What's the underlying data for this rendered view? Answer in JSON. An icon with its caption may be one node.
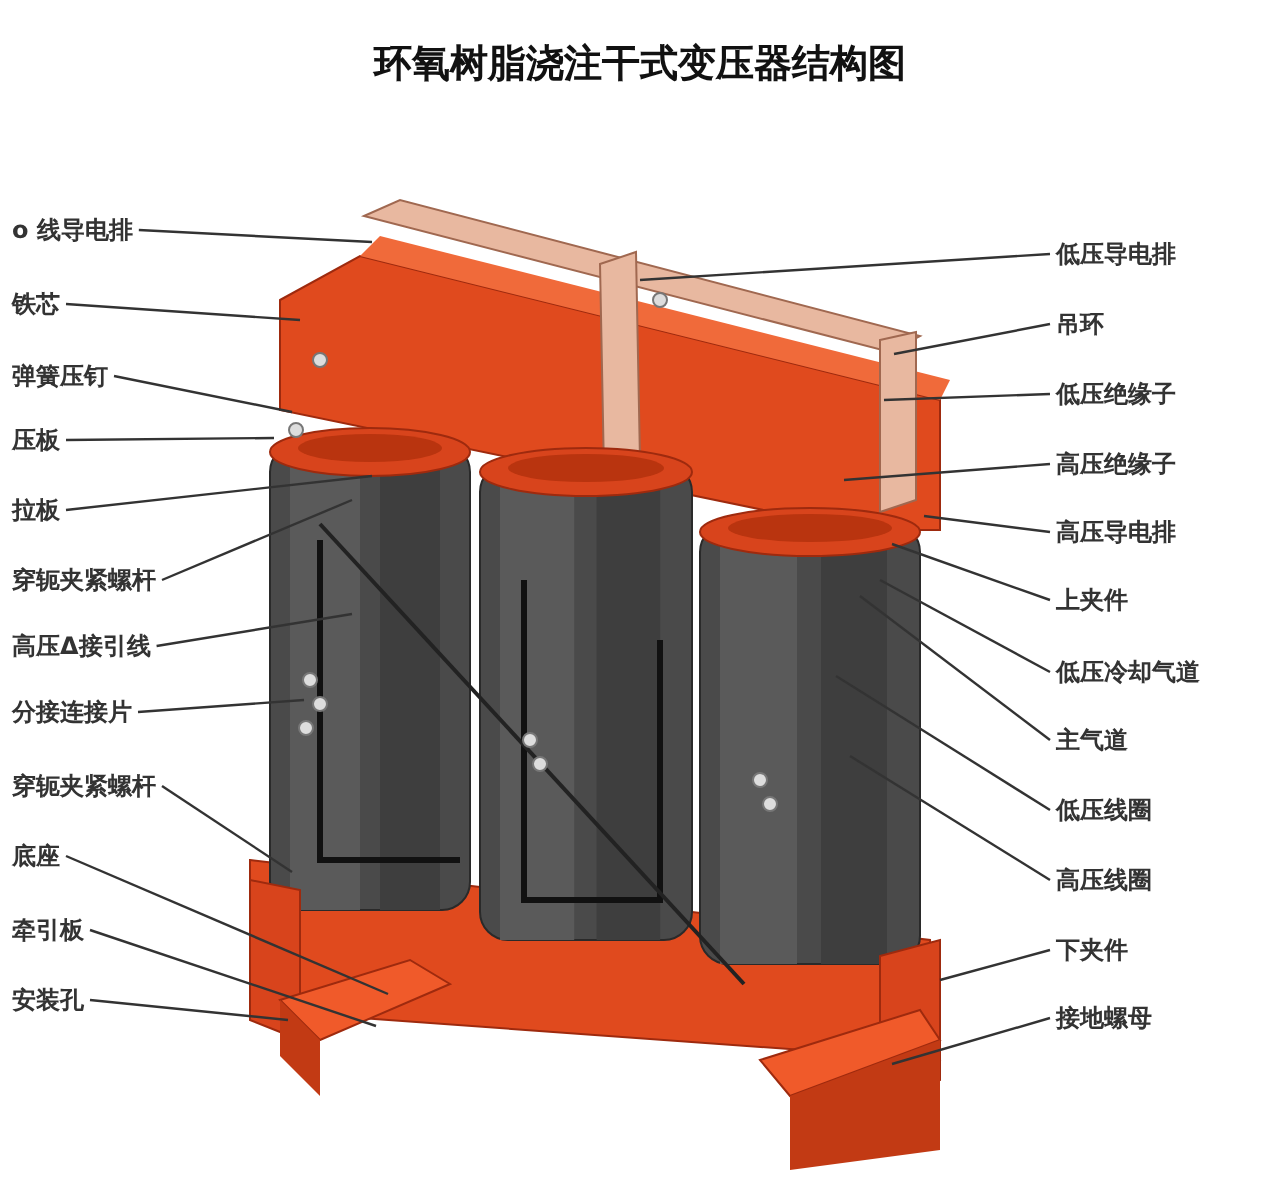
{
  "diagram": {
    "title": "环氧树脂浇注干式变压器结构图",
    "nodes": [
      {
        "text": [
          "o 线导电排"
        ]
      },
      {
        "text": [
          "铁芯"
        ]
      },
      {
        "text": [
          "弹簧压钉"
        ]
      },
      {
        "text": [
          "压板"
        ]
      },
      {
        "text": [
          "拉板"
        ]
      },
      {
        "text": [
          "穿轭夹紧螺杆"
        ]
      },
      {
        "text": [
          "高压Δ接引线"
        ]
      },
      {
        "text": [
          "分接连接片"
        ]
      },
      {
        "text": [
          "穿轭夹紧螺杆"
        ]
      },
      {
        "text": [
          "底座"
        ]
      },
      {
        "text": [
          "牵引板"
        ]
      },
      {
        "text": [
          "安装孔"
        ]
      },
      {
        "text": [
          "低压导电排"
        ]
      },
      {
        "text": [
          "吊环"
        ]
      },
      {
        "text": [
          "低压绝缘子"
        ]
      },
      {
        "text": [
          "高压绝缘子"
        ]
      },
      {
        "text": [
          "高压导电排"
        ]
      },
      {
        "text": [
          "上夹件"
        ]
      },
      {
        "text": [
          "低压冷却气道"
        ]
      },
      {
        "text": [
          "主气道"
        ]
      },
      {
        "text": [
          "低压线圈"
        ]
      },
      {
        "text": [
          "高压线圈"
        ]
      },
      {
        "text": [
          "下夹件"
        ]
      },
      {
        "text": [
          "接地螺母"
        ]
      }
    ],
    "edges": [
      {
        "from": 0,
        "to": null,
        "arrow": "none"
      },
      {
        "from": 1,
        "to": null,
        "arrow": "none"
      },
      {
        "from": 2,
        "to": null,
        "arrow": "none"
      },
      {
        "from": 3,
        "to": null,
        "arrow": "none"
      },
      {
        "from": 4,
        "to": null,
        "arrow": "none"
      },
      {
        "from": 5,
        "to": null,
        "arrow": "none"
      },
      {
        "from": 6,
        "to": null,
        "arrow": "none"
      },
      {
        "from": 7,
        "to": null,
        "arrow": "none"
      },
      {
        "from": 8,
        "to": null,
        "arrow": "none"
      },
      {
        "from": 9,
        "to": null,
        "arrow": "none"
      },
      {
        "from": 10,
        "to": null,
        "arrow": "none"
      },
      {
        "from": 11,
        "to": null,
        "arrow": "none"
      },
      {
        "from": 12,
        "to": null,
        "arrow": "none"
      },
      {
        "from": 13,
        "to": null,
        "arrow": "none"
      },
      {
        "from": 14,
        "to": null,
        "arrow": "none"
      },
      {
        "from": 15,
        "to": null,
        "arrow": "none"
      },
      {
        "from": 16,
        "to": null,
        "arrow": "none"
      },
      {
        "from": 17,
        "to": null,
        "arrow": "none"
      },
      {
        "from": 18,
        "to": null,
        "arrow": "none"
      },
      {
        "from": 19,
        "to": null,
        "arrow": "none"
      },
      {
        "from": 20,
        "to": null,
        "arrow": "none"
      },
      {
        "from": 21,
        "to": null,
        "arrow": "none"
      },
      {
        "from": 22,
        "to": null,
        "arrow": "none"
      },
      {
        "from": 23,
        "to": null,
        "arrow": "none"
      }
    ]
  }
}
